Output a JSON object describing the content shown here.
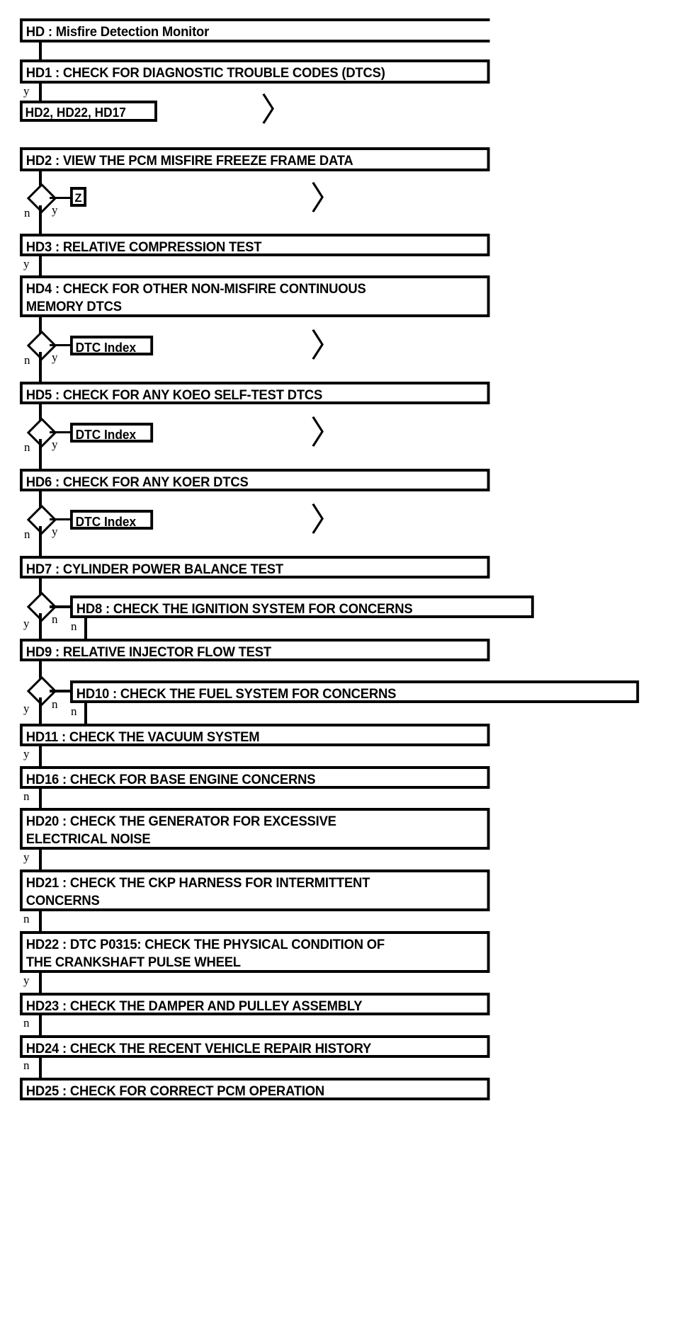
{
  "diagram": {
    "title": "HD : Misfire Detection Monitor",
    "type": "flowchart",
    "nodes": [
      {
        "id": "HD",
        "label": "HD : Misfire Detection Monitor"
      },
      {
        "id": "HD1",
        "label": "HD1 : CHECK FOR DIAGNOSTIC TROUBLE CODES (DTCS)"
      },
      {
        "id": "REF1",
        "label": "HD2, HD22, HD17"
      },
      {
        "id": "HD2",
        "label": "HD2 : VIEW THE PCM MISFIRE FREEZE FRAME DATA"
      },
      {
        "id": "REFZ",
        "label": "Z"
      },
      {
        "id": "HD3",
        "label": "HD3 : RELATIVE COMPRESSION TEST"
      },
      {
        "id": "HD4",
        "label": "HD4 : CHECK FOR OTHER NON-MISFIRE CONTINUOUS\nMEMORY DTCS"
      },
      {
        "id": "REF2",
        "label": "DTC Index"
      },
      {
        "id": "HD5",
        "label": "HD5 : CHECK FOR ANY KOEO SELF-TEST DTCS"
      },
      {
        "id": "REF3",
        "label": "DTC Index"
      },
      {
        "id": "HD6",
        "label": "HD6 : CHECK FOR ANY KOER DTCS"
      },
      {
        "id": "REF4",
        "label": "DTC Index"
      },
      {
        "id": "HD7",
        "label": "HD7 : CYLINDER POWER BALANCE TEST"
      },
      {
        "id": "HD8",
        "label": "HD8 : CHECK THE IGNITION SYSTEM FOR CONCERNS"
      },
      {
        "id": "HD9",
        "label": "HD9 : RELATIVE INJECTOR FLOW TEST"
      },
      {
        "id": "HD10",
        "label": "HD10 : CHECK THE FUEL SYSTEM FOR CONCERNS"
      },
      {
        "id": "HD11",
        "label": "HD11 : CHECK THE VACUUM SYSTEM"
      },
      {
        "id": "HD16",
        "label": "HD16 : CHECK FOR BASE ENGINE CONCERNS"
      },
      {
        "id": "HD20",
        "label": "HD20 : CHECK THE GENERATOR FOR EXCESSIVE\nELECTRICAL NOISE"
      },
      {
        "id": "HD21",
        "label": "HD21 : CHECK THE CKP HARNESS FOR INTERMITTENT\nCONCERNS"
      },
      {
        "id": "HD22",
        "label": "HD22 : DTC P0315: CHECK THE PHYSICAL CONDITION OF\nTHE CRANKSHAFT PULSE WHEEL"
      },
      {
        "id": "HD23",
        "label": "HD23 : CHECK THE DAMPER AND PULLEY ASSEMBLY"
      },
      {
        "id": "HD24",
        "label": "HD24 : CHECK THE RECENT VEHICLE REPAIR HISTORY"
      },
      {
        "id": "HD25",
        "label": "HD25 : CHECK FOR CORRECT PCM OPERATION"
      }
    ],
    "branch_labels": {
      "hd1_y": "y",
      "d1_n": "n",
      "d1_y": "y",
      "hd3_y": "y",
      "d2_n": "n",
      "d2_y": "y",
      "d3_n": "n",
      "d3_y": "y",
      "d4_n": "n",
      "d4_y": "y",
      "d5_y": "y",
      "d5_n": "n",
      "hd8_n": "n",
      "d6_y": "y",
      "d6_n": "n",
      "hd10_n": "n",
      "hd11_y": "y",
      "hd16_n": "n",
      "hd20_y": "y",
      "hd21_n": "n",
      "hd22_y": "y",
      "hd23_n": "n",
      "hd24_n": "n"
    },
    "offpage_connectors": [
      "〉",
      "〉",
      "〉",
      "〉",
      "〉"
    ],
    "colors": {
      "stroke": "#000000",
      "fill": "#ffffff"
    }
  }
}
